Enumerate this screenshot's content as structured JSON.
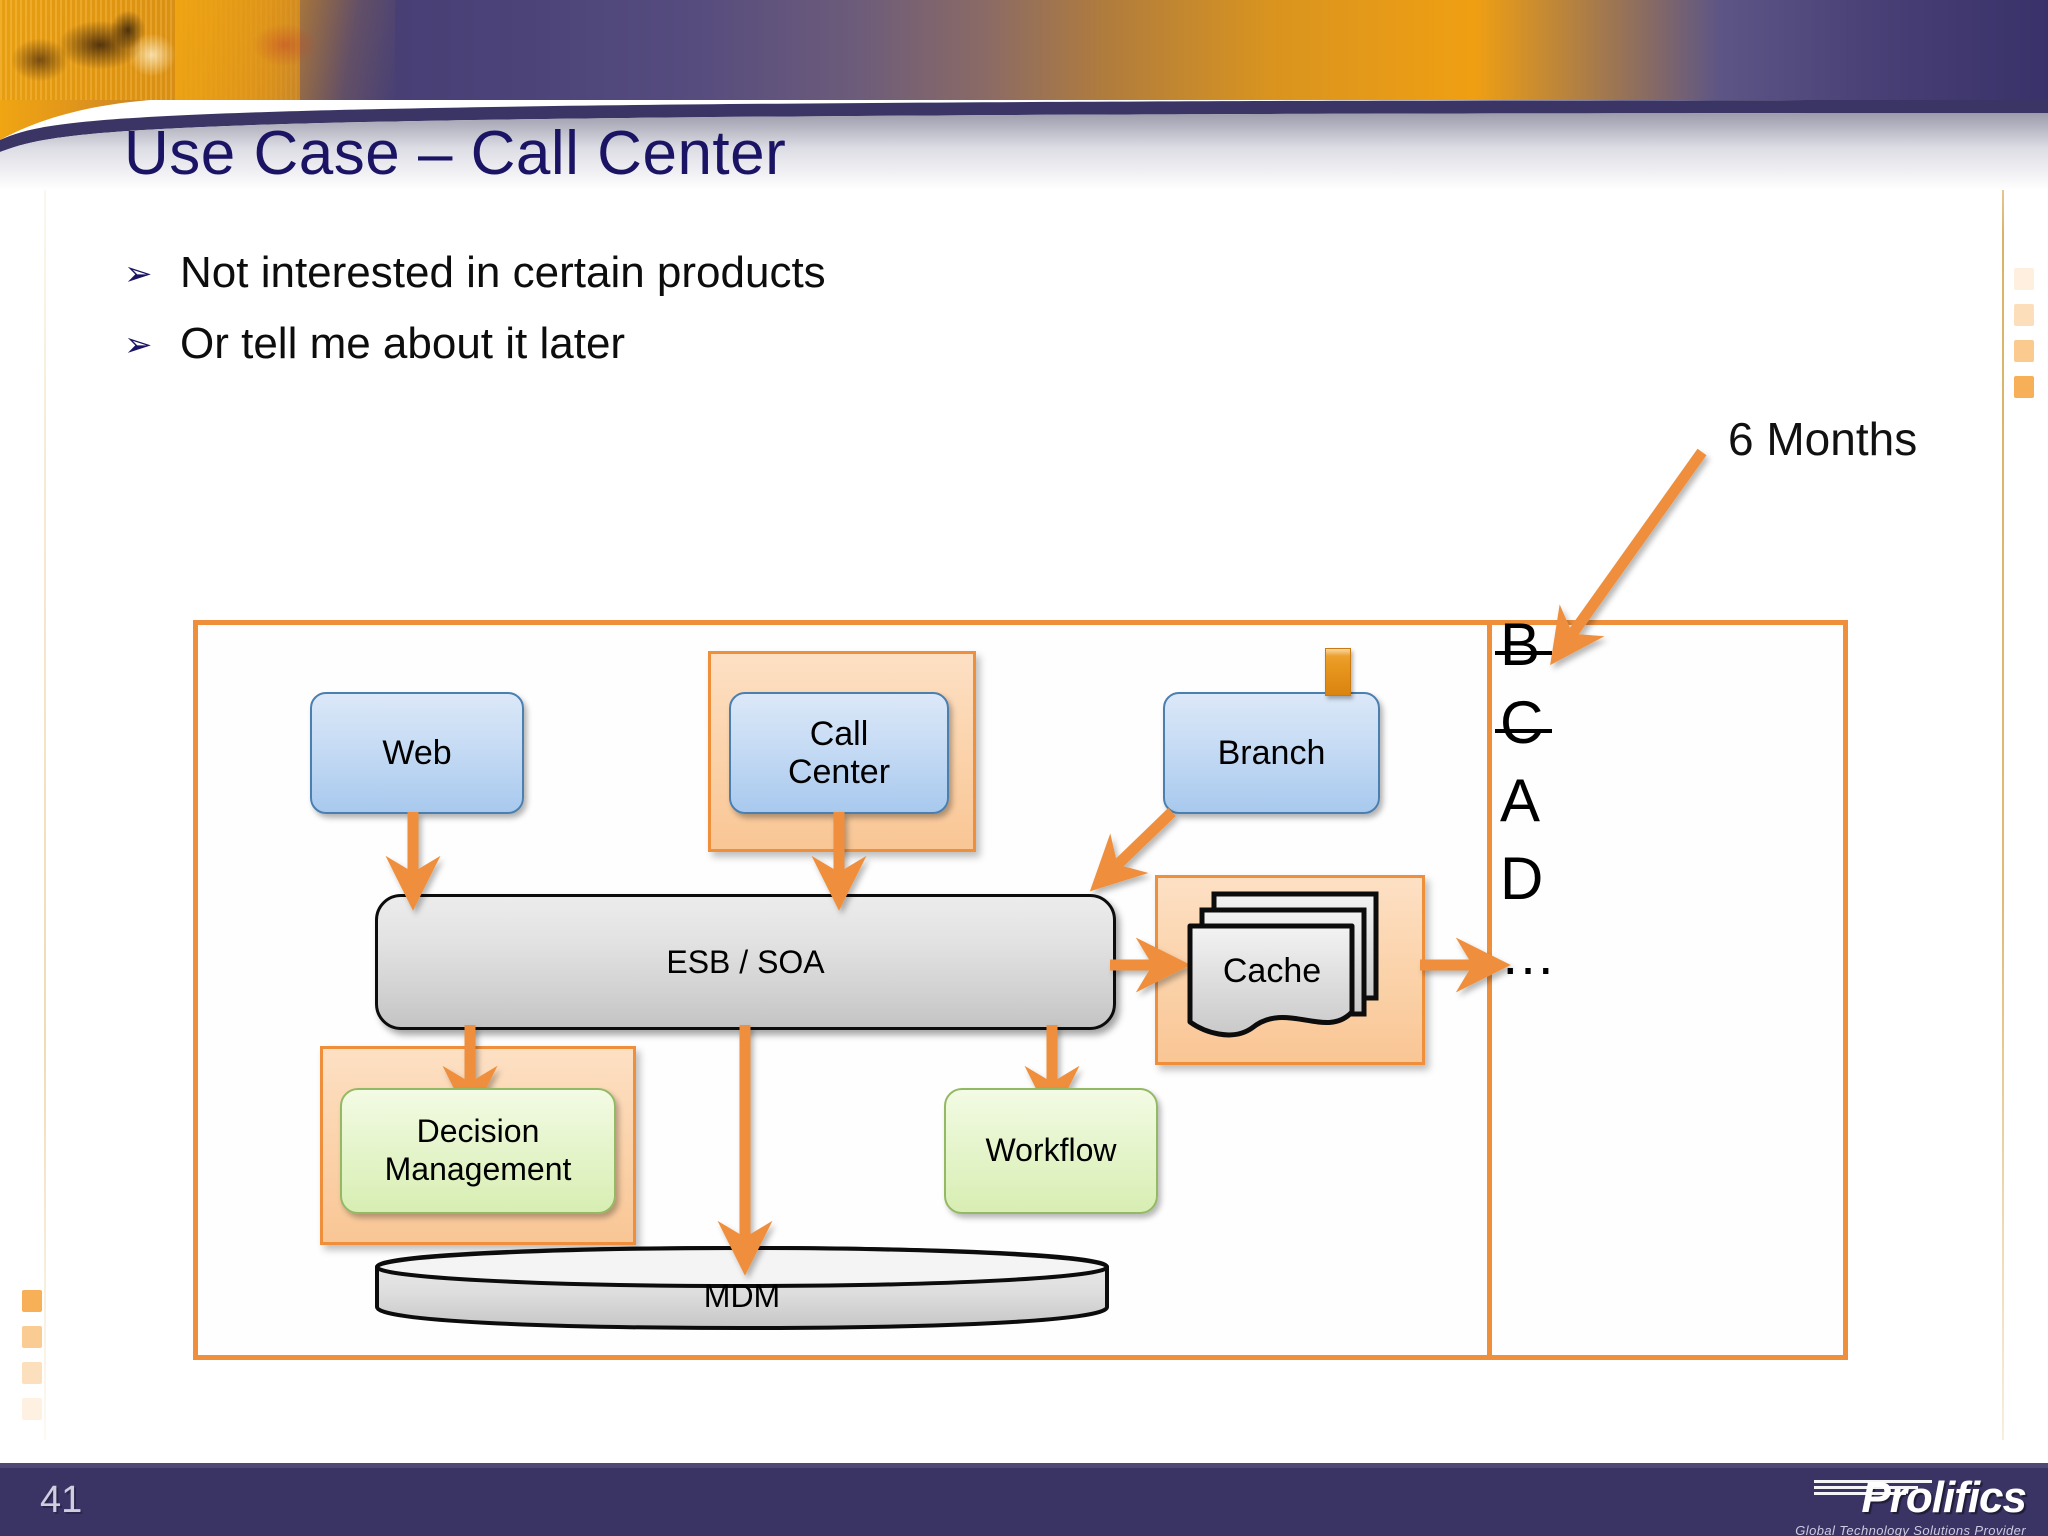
{
  "slide": {
    "title": "Use Case – Call Center",
    "page_number": "41",
    "bullet_marker": "➢",
    "bullets": [
      "Not interested in certain products",
      "Or tell me about it later"
    ]
  },
  "annotation": {
    "six_months_label": "6 Months"
  },
  "diagram": {
    "nodes": {
      "web": "Web",
      "call_center": "Call\nCenter",
      "call_center_line1": "Call",
      "call_center_line2": "Center",
      "branch": "Branch",
      "esb": "ESB / SOA",
      "cache": "Cache",
      "decision_line1": "Decision",
      "decision_line2": "Management",
      "workflow": "Workflow",
      "mdm": "MDM"
    },
    "letters": [
      {
        "text": "B",
        "struck": true
      },
      {
        "text": "C",
        "struck": true
      },
      {
        "text": "A",
        "struck": false
      },
      {
        "text": "D",
        "struck": false
      },
      {
        "text": "…",
        "struck": false
      }
    ]
  },
  "footer": {
    "logo_name": "Prolifics",
    "logo_tagline": "Global Technology Solutions Provider"
  },
  "colors": {
    "accent_orange": "#ef8f3c",
    "title_navy": "#1b1464",
    "footer_navy": "#393464",
    "blue_node": "#c6dbf4",
    "green_node": "#e6f5cd",
    "gray_node": "#d2d2d2"
  }
}
